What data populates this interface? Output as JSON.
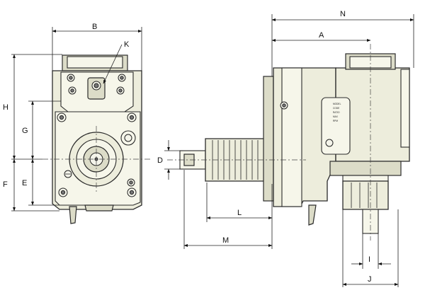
{
  "drawing": {
    "dimension_labels": {
      "B": "B",
      "K": "K",
      "H": "H",
      "G": "G",
      "F": "F",
      "E": "E",
      "D": "D",
      "L": "L",
      "M": "M",
      "N": "N",
      "A": "A",
      "I": "I",
      "J": "J"
    }
  },
  "colors": {
    "body": "#ededdc",
    "outline": "#2b2b2b",
    "dimension": "#111111"
  }
}
